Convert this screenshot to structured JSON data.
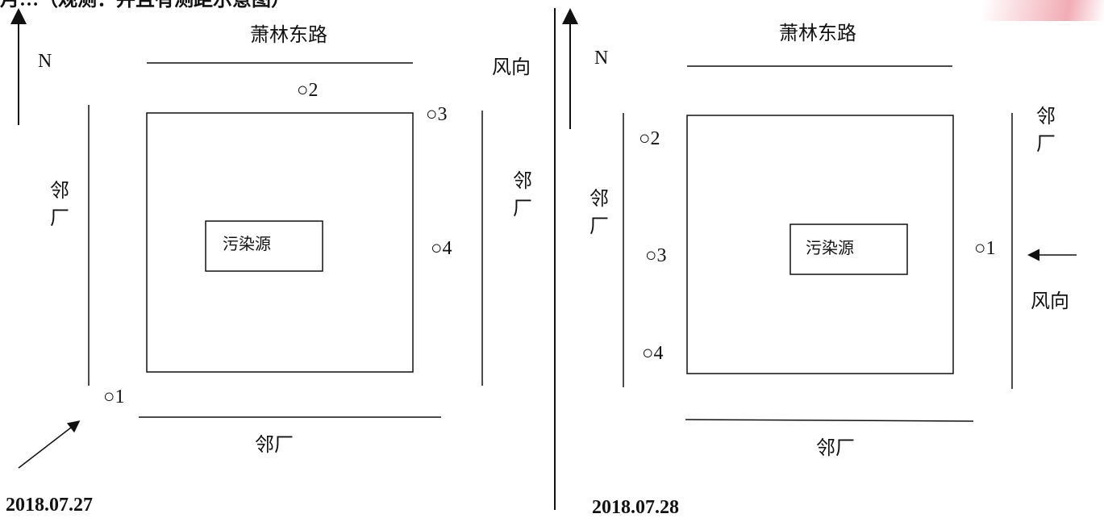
{
  "header_fragment": "月…（观测：并且有测距示意图）",
  "diagram_left": {
    "north": "N",
    "road": "萧林东路",
    "wind_label": "风向",
    "neighbor_left": "邻\n厂",
    "neighbor_right": "邻\n厂",
    "neighbor_bottom": "邻厂",
    "source": "污染源",
    "points": [
      "○1",
      "○2",
      "○3",
      "○4"
    ],
    "date": "2018.07.27"
  },
  "diagram_right": {
    "north": "N",
    "road": "萧林东路",
    "wind_label": "风向",
    "neighbor_left": "邻\n厂",
    "neighbor_right": "邻\n厂",
    "neighbor_bottom": "邻厂",
    "source": "污染源",
    "points": [
      "○1",
      "○2",
      "○3",
      "○4"
    ],
    "date": "2018.07.28"
  }
}
